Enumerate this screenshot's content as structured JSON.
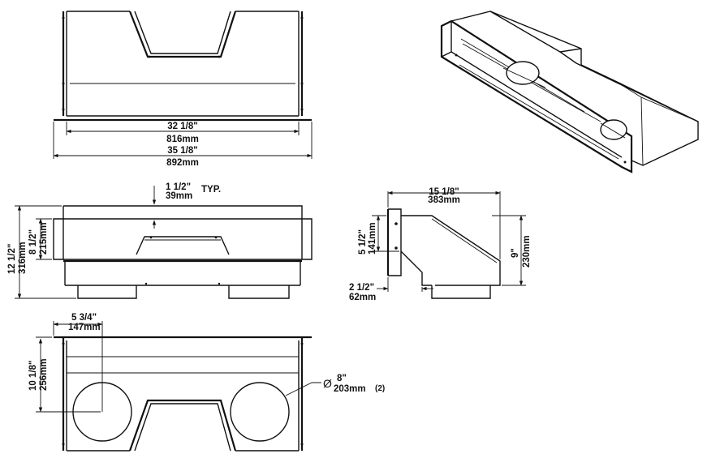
{
  "front_view": {
    "inner_width": {
      "imperial": "32  1/8\"",
      "metric": "816mm"
    },
    "outer_width": {
      "imperial": "35  1/8\"",
      "metric": "892mm"
    }
  },
  "side_elevation": {
    "flange": {
      "imperial": "1  1/2\"",
      "metric": "39mm",
      "note": "TYP."
    },
    "total_height": {
      "imperial": "12  1/2\"",
      "metric": "316mm"
    },
    "opening_height": {
      "imperial": "8  1/2\"",
      "metric": "215mm"
    }
  },
  "profile_view": {
    "depth": {
      "imperial": "15  1/8\"",
      "metric": "383mm"
    },
    "upper_height": {
      "imperial": "5  1/2\"",
      "metric": "141mm"
    },
    "overall_height": {
      "imperial": "9\"",
      "metric": "230mm"
    },
    "offset": {
      "imperial": "2  1/2\"",
      "metric": "62mm"
    }
  },
  "bottom_view": {
    "collar_offset_x": {
      "imperial": "5  3/4\"",
      "metric": "147mm"
    },
    "collar_offset_y": {
      "imperial": "10  1/8\"",
      "metric": "256mm"
    },
    "collar_diameter": {
      "symbol": "Ø",
      "imperial": "8\"",
      "metric": "203mm",
      "qty": "(2)"
    }
  }
}
